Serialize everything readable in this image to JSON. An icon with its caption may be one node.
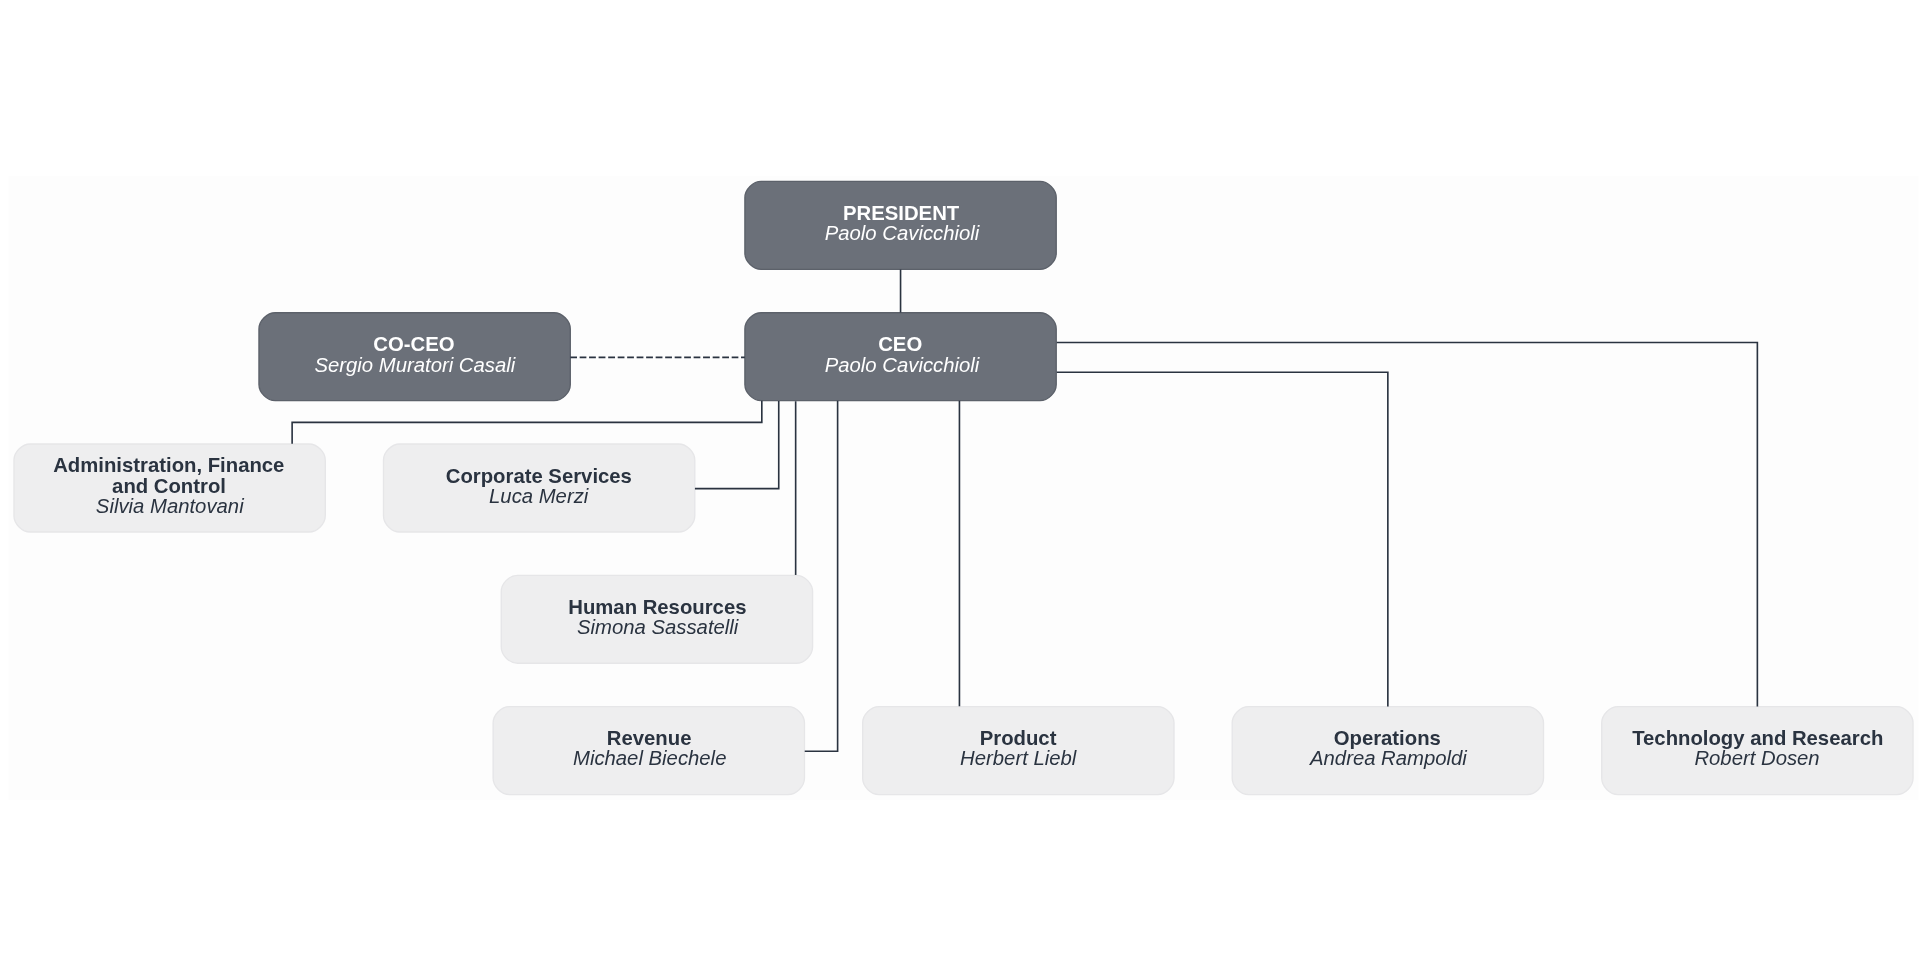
{
  "diagram": {
    "nodes": [
      {
        "text": [
          "PRESIDENT",
          "Paolo Cavicchioli"
        ]
      },
      {
        "text": [
          "CO-CEO",
          "Sergio Muratori Casali"
        ]
      },
      {
        "text": [
          "CEO",
          "Paolo Cavicchioli"
        ]
      },
      {
        "text": [
          "Administration, Finance and Control",
          "Silvia Mantovani"
        ]
      },
      {
        "text": [
          "Corporate Services",
          "Luca Merzi"
        ]
      },
      {
        "text": [
          "Human Resources",
          "Simona Sassatelli"
        ]
      },
      {
        "text": [
          "Revenue",
          "Michael Biechele"
        ]
      },
      {
        "text": [
          "Product",
          "Herbert Liebl"
        ]
      },
      {
        "text": [
          "Operations",
          "Andrea Rampoldi"
        ]
      },
      {
        "text": [
          "Technology and Research",
          "Robert Dosen"
        ]
      }
    ],
    "edges": [
      {
        "from": 0,
        "to": 2,
        "arrow": "none"
      },
      {
        "from": 1,
        "to": 2,
        "arrow": "none",
        "style": "dashed"
      },
      {
        "from": 2,
        "to": 3,
        "arrow": "none"
      },
      {
        "from": 2,
        "to": 4,
        "arrow": "none"
      },
      {
        "from": 2,
        "to": 5,
        "arrow": "none"
      },
      {
        "from": 2,
        "to": 6,
        "arrow": "none"
      },
      {
        "from": 2,
        "to": 7,
        "arrow": "none"
      },
      {
        "from": 2,
        "to": 8,
        "arrow": "none"
      },
      {
        "from": 2,
        "to": 9,
        "arrow": "none"
      }
    ]
  }
}
